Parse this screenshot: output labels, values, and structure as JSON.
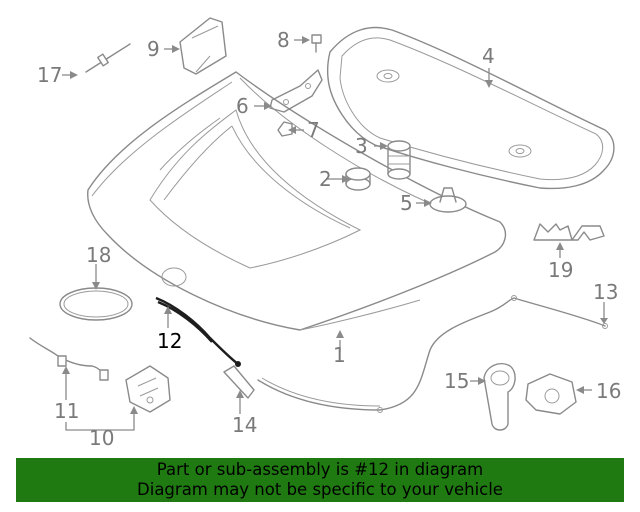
{
  "callouts": [
    {
      "num": "1"
    },
    {
      "num": "2"
    },
    {
      "num": "3"
    },
    {
      "num": "4"
    },
    {
      "num": "5"
    },
    {
      "num": "6"
    },
    {
      "num": "7"
    },
    {
      "num": "8"
    },
    {
      "num": "9"
    },
    {
      "num": "10"
    },
    {
      "num": "11"
    },
    {
      "num": "12"
    },
    {
      "num": "13"
    },
    {
      "num": "14"
    },
    {
      "num": "15"
    },
    {
      "num": "16"
    },
    {
      "num": "17"
    },
    {
      "num": "18"
    },
    {
      "num": "19"
    }
  ],
  "highlighted_part": "12",
  "colors": {
    "highlight": "#000000",
    "parts": "#8a8a8a",
    "banner": "#1f7a12"
  },
  "banner": {
    "line1": "Part or sub-assembly is #12 in diagram",
    "line2": "Diagram may not be specific to your vehicle"
  }
}
